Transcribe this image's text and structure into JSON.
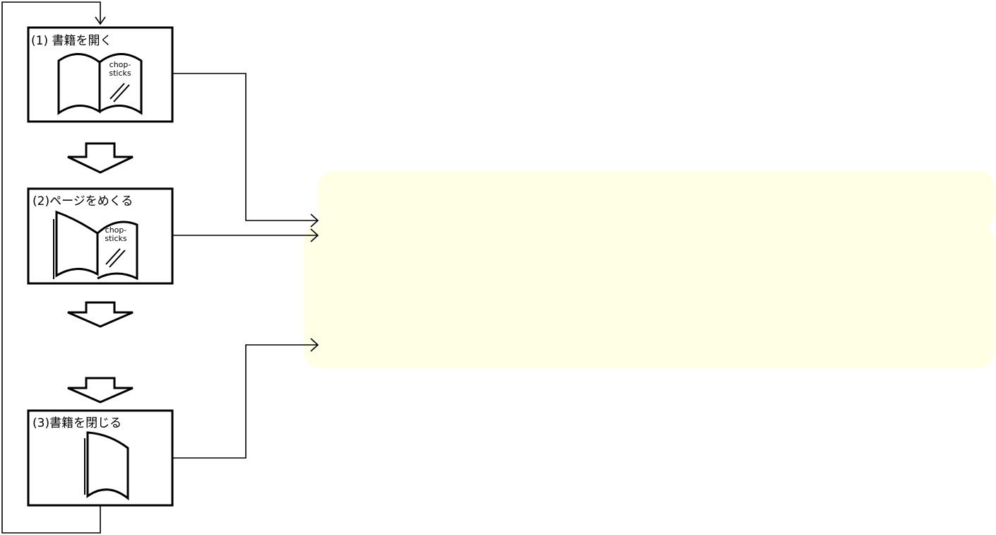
{
  "steps": [
    {
      "label": "(1) 書籍を開く",
      "icon": "open-book-icon",
      "cover_text_line1": "chop-",
      "cover_text_line2": "sticks"
    },
    {
      "label": "(2)ページをめくる",
      "icon": "page-turning-book-icon",
      "cover_text_line1": "chop-",
      "cover_text_line2": "sticks"
    },
    {
      "label": "(3)書籍を閉じる",
      "icon": "closed-book-icon"
    }
  ],
  "colors": {
    "panel_fill": "#ffffe6",
    "stroke": "#000000",
    "box_fill": "#ffffff"
  }
}
